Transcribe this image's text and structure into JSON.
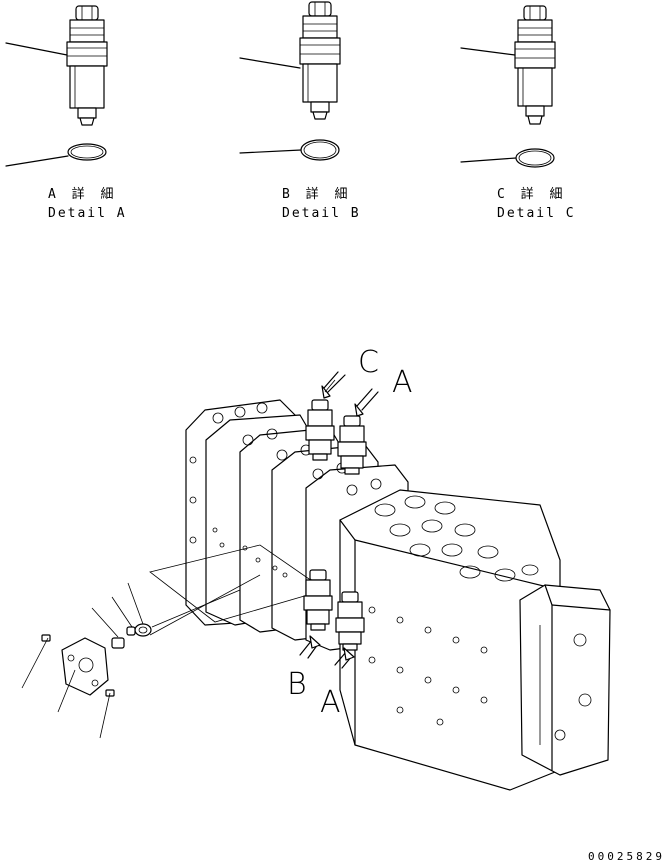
{
  "details": [
    {
      "jp": "A 詳 細",
      "en": "Detail A"
    },
    {
      "jp": "B 詳 細",
      "en": "Detail B"
    },
    {
      "jp": "C 詳 細",
      "en": "Detail C"
    }
  ],
  "view_labels": {
    "top_c": "C",
    "top_a": "A",
    "bottom_b": "B",
    "bottom_a": "A"
  },
  "drawing_code": "00025829"
}
